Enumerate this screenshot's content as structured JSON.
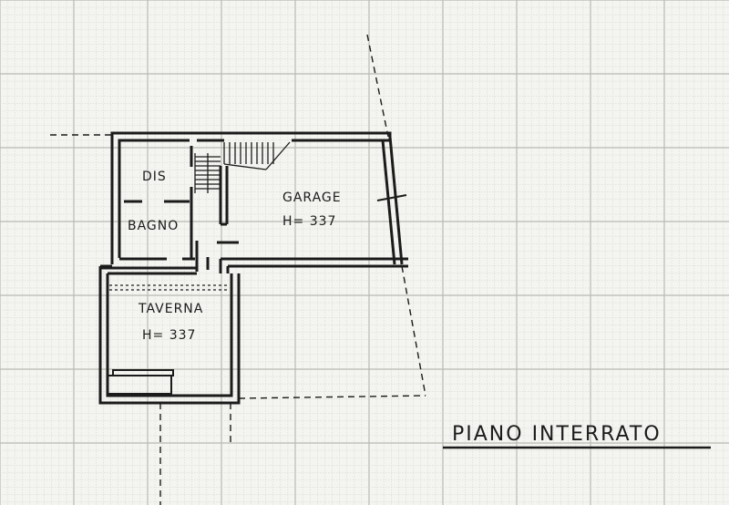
{
  "plan": {
    "title": "PIANO INTERRATO",
    "rooms": {
      "dis": {
        "label": "DIS"
      },
      "bagno": {
        "label": "BAGNO"
      },
      "garage": {
        "label": "GARAGE",
        "height": "H= 337"
      },
      "taverna": {
        "label": "TAVERNA",
        "height": "H= 337"
      }
    }
  },
  "colors": {
    "ink": "#1b1b1b",
    "paper": "#f4f4f1",
    "grid_minor": "#d6d6d2",
    "grid_major": "#b9b9b4"
  }
}
